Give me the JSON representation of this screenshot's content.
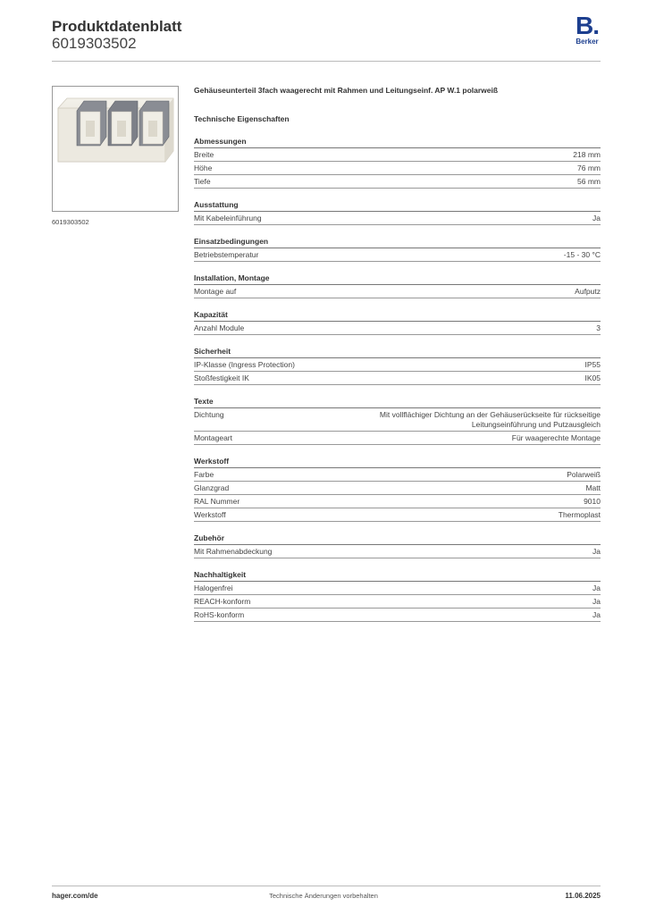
{
  "header": {
    "title": "Produktdatenblatt",
    "number": "6019303502",
    "logo_letter": "B.",
    "logo_text": "Berker"
  },
  "image_caption": "6019303502",
  "product_title": "Gehäuseunterteil 3fach waagerecht mit Rahmen und Leitungseinf. AP W.1 polarweiß",
  "tech_title": "Technische Eigenschaften",
  "groups": [
    {
      "title": "Abmessungen",
      "rows": [
        [
          "Breite",
          "218 mm"
        ],
        [
          "Höhe",
          "76 mm"
        ],
        [
          "Tiefe",
          "56 mm"
        ]
      ]
    },
    {
      "title": "Ausstattung",
      "rows": [
        [
          "Mit Kabeleinführung",
          "Ja"
        ]
      ]
    },
    {
      "title": "Einsatzbedingungen",
      "rows": [
        [
          "Betriebstemperatur",
          "-15 - 30 °C"
        ]
      ]
    },
    {
      "title": "Installation, Montage",
      "rows": [
        [
          "Montage auf",
          "Aufputz"
        ]
      ]
    },
    {
      "title": "Kapazität",
      "rows": [
        [
          "Anzahl Module",
          "3"
        ]
      ]
    },
    {
      "title": "Sicherheit",
      "rows": [
        [
          "IP-Klasse (Ingress Protection)",
          "IP55"
        ],
        [
          "Stoßfestigkeit IK",
          "IK05"
        ]
      ]
    },
    {
      "title": "Texte",
      "rows": [
        [
          "Dichtung",
          "Mit vollflächiger Dichtung an der Gehäuserückseite für rückseitige Leitungseinführung und Putzausgleich"
        ],
        [
          "Montageart",
          "Für waagerechte Montage"
        ]
      ]
    },
    {
      "title": "Werkstoff",
      "rows": [
        [
          "Farbe",
          "Polarweiß"
        ],
        [
          "Glanzgrad",
          "Matt"
        ],
        [
          "RAL Nummer",
          "9010"
        ],
        [
          "Werkstoff",
          "Thermoplast"
        ]
      ]
    },
    {
      "title": "Zubehör",
      "rows": [
        [
          "Mit Rahmenabdeckung",
          "Ja"
        ]
      ]
    },
    {
      "title": "Nachhaltigkeit",
      "rows": [
        [
          "Halogenfrei",
          "Ja"
        ],
        [
          "REACH-konform",
          "Ja"
        ],
        [
          "RoHS-konform",
          "Ja"
        ]
      ]
    }
  ],
  "footer": {
    "left": "hager.com/de",
    "center": "Technische Änderungen vorbehalten",
    "right": "11.06.2025"
  },
  "colors": {
    "brand": "#1d3f8f"
  }
}
